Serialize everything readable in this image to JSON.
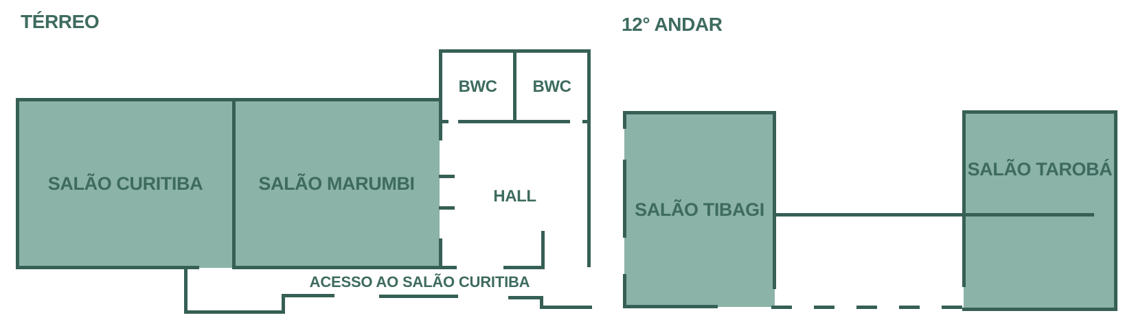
{
  "palette": {
    "fill": "#8CB3A8",
    "wall": "#365F55",
    "text": "#3E6B5F",
    "background": "#FFFFFF"
  },
  "floors": [
    {
      "id": "terreo",
      "title": "TÉRREO",
      "rooms": [
        {
          "id": "curitiba",
          "label": "SALÃO CURITIBA",
          "filled": true
        },
        {
          "id": "marumbi",
          "label": "SALÃO MARUMBI",
          "filled": true
        },
        {
          "id": "bwc_left",
          "label": "BWC",
          "filled": false
        },
        {
          "id": "bwc_right",
          "label": "BWC",
          "filled": false
        },
        {
          "id": "hall",
          "label": "HALL",
          "filled": false
        }
      ],
      "annotation": "ACESSO AO SALÃO CURITIBA"
    },
    {
      "id": "andar12",
      "title": "12° ANDAR",
      "rooms": [
        {
          "id": "tibagi",
          "label": "SALÃO TIBAGI",
          "filled": true
        },
        {
          "id": "taroba",
          "label": "SALÃO TAROBÁ",
          "filled": true
        }
      ]
    }
  ]
}
